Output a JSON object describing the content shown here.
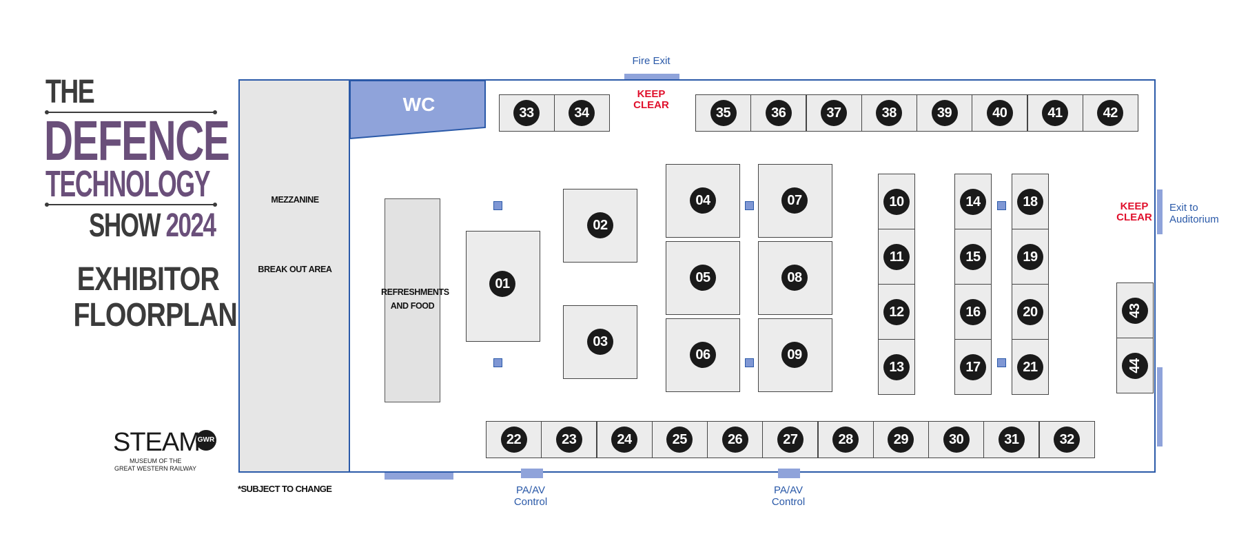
{
  "logo": {
    "line1": "THE",
    "line2": "DEFENCE",
    "line3": "TECHNOLOGY",
    "line4a": "SHOW",
    "line4b": "2024"
  },
  "subtitle": {
    "line1": "EXHIBITOR",
    "line2": "FLOORPLAN"
  },
  "sponsor": {
    "name": "STEAM",
    "badge": "GWR",
    "caption1": "MUSEUM OF THE",
    "caption2": "GREAT WESTERN RAILWAY"
  },
  "note": "*SUBJECT TO CHANGE",
  "areas": {
    "mezzanine": "MEZZANINE",
    "breakout": "BREAK OUT AREA",
    "wc": "WC",
    "refreshments1": "REFRESHMENTS",
    "refreshments2": "AND FOOD"
  },
  "labels": {
    "fire_exit": "Fire Exit",
    "keep_clear1": "KEEP",
    "keep_clear2": "CLEAR",
    "exit_to1": "Exit to",
    "exit_to2": "Auditorium",
    "pa_av1": "PA/AV",
    "pa_av2": "Control"
  },
  "booths": {
    "top_left": [
      "33",
      "34"
    ],
    "top_right": [
      "35",
      "36",
      "37",
      "38",
      "39",
      "40",
      "41",
      "42"
    ],
    "bottom": [
      "22",
      "23",
      "24",
      "25",
      "26",
      "27",
      "28",
      "29",
      "30",
      "31",
      "32"
    ],
    "b01": "01",
    "b02": "02",
    "b03": "03",
    "b04": "04",
    "b05": "05",
    "b06": "06",
    "b07": "07",
    "b08": "08",
    "b09": "09",
    "col10": [
      "10",
      "11",
      "12",
      "13"
    ],
    "col14": [
      "14",
      "15",
      "16",
      "17"
    ],
    "col18": [
      "18",
      "19",
      "20",
      "21"
    ],
    "col43": [
      "43",
      "44"
    ]
  },
  "colors": {
    "wall": "#2a59a8",
    "accent": "#8fa3da",
    "keep_clear": "#e0102c",
    "logo_purple": "#6a4f7a"
  }
}
